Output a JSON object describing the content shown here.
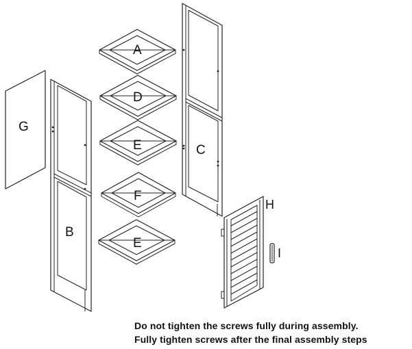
{
  "parts": {
    "A": "A",
    "B": "B",
    "C": "C",
    "D": "D",
    "E_upper": "E",
    "E_lower": "E",
    "F": "F",
    "G": "G",
    "H": "H",
    "I": "I"
  },
  "notes": {
    "line1": "Do not tighten the screws fully during assembly.",
    "line2": "Fully tighten screws after the final assembly steps"
  },
  "colors": {
    "line": "#222222",
    "background": "#ffffff"
  }
}
